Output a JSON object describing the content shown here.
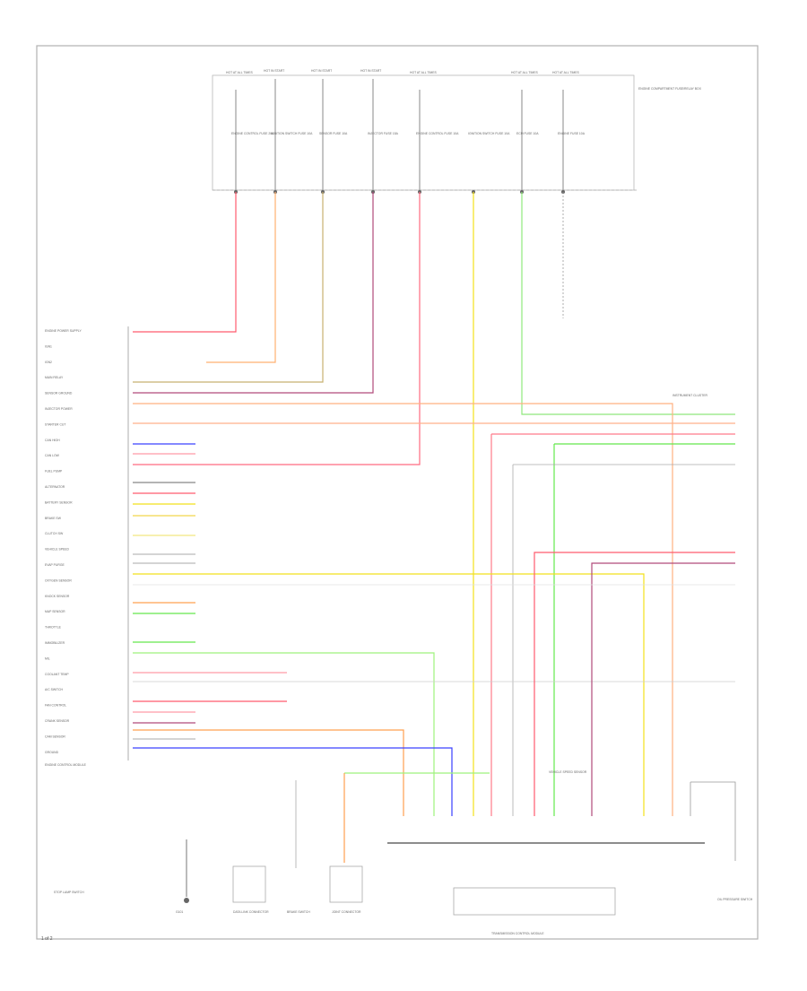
{
  "diagram": {
    "fuse_box": {
      "header_labels": [
        "HOT AT ALL TIMES",
        "HOT IN START",
        "HOT IN START",
        "HOT IN START",
        "HOT AT ALL TIMES",
        "HOT AT ALL TIMES",
        "HOT AT ALL TIMES"
      ],
      "fuses": [
        "ENGINE CONTROL FUSE 20A",
        "IGNITION SWITCH FUSE 10A",
        "SENSOR FUSE 10A",
        "INJECTOR FUSE 15A",
        "ENGINE CONTROL FUSE 10A",
        "IGNITION SWITCH FUSE 10A",
        "ECM FUSE 10A",
        "ENGINE FUSE 10A"
      ],
      "side_label": "ENGINE COMPARTMENT FUSE/RELAY BOX"
    },
    "ecm": {
      "label": "ENGINE CONTROL MODULE",
      "pins": [
        "ENGINE POWER SUPPLY",
        "IGN1",
        "IGN2",
        "MAIN RELAY",
        "SENSOR GROUND",
        "INJECTOR POWER",
        "STARTER CUT",
        "CAN HIGH",
        "CAN LOW",
        "FUEL PUMP",
        "ALTERNATOR",
        "BATTERY SENSOR",
        "BRAKE SW",
        "CLUTCH SW",
        "VEHICLE SPEED",
        "EVAP PURGE",
        "OXYGEN SENSOR",
        "KNOCK SENSOR",
        "MAP SENSOR",
        "THROTTLE",
        "IMMOBILIZER",
        "MIL",
        "COOLANT TEMP",
        "A/C SWITCH",
        "FAN CONTROL",
        "CRANK SENSOR",
        "CAM SENSOR",
        "GROUND"
      ]
    },
    "lower": {
      "tcm_label": "TRANSMISSION CONTROL MODULE",
      "stop_lamp_label": "STOP LAMP SWITCH",
      "ground_label": "G101",
      "labels": [
        "DATA LINK CONNECTOR",
        "BRAKE SWITCH",
        "JOINT CONNECTOR",
        "VEHICLE SPEED SENSOR",
        "OIL PRESSURE SWITCH"
      ]
    },
    "instrument_cluster_label": "INSTRUMENT CLUSTER",
    "wire_colors": {
      "red": "#ff5a6e",
      "orange": "#ffa050",
      "yellow": "#f2e11c",
      "green": "#63e84c",
      "blue": "#3a40ff",
      "pink": "#ff6a80",
      "purple": "#b04a7a",
      "brown": "#a8906a",
      "gray": "#9a9a9a"
    }
  },
  "footer": "1 of 2"
}
